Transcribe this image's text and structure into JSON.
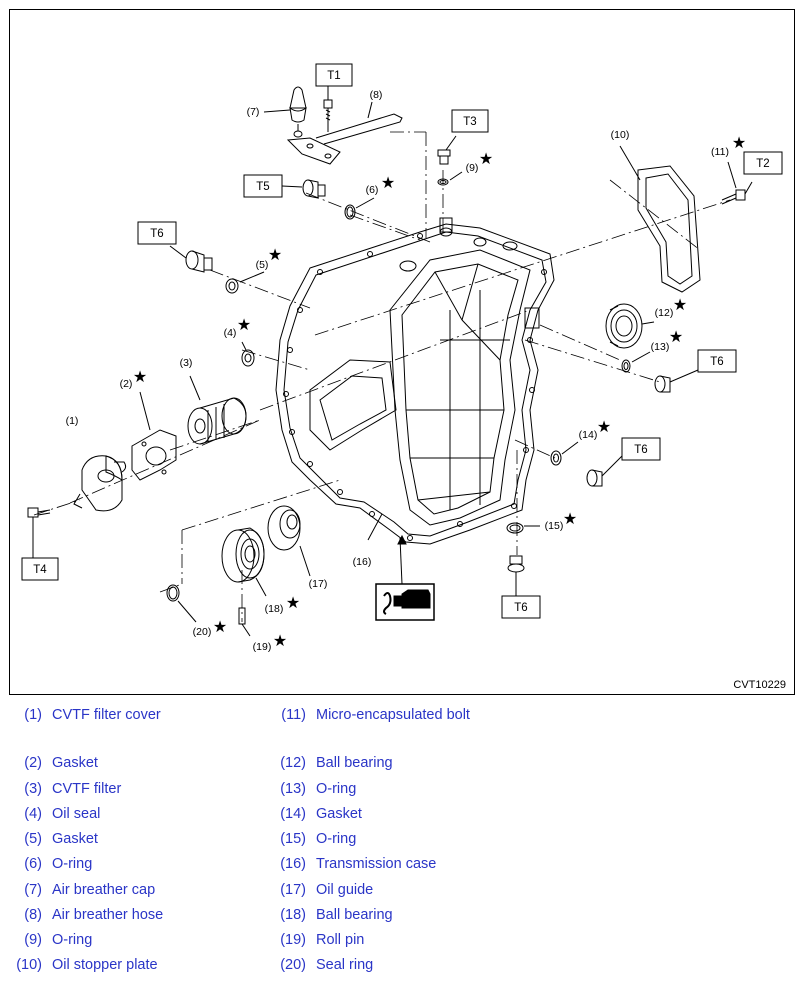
{
  "figure_code": "CVT10229",
  "torque_tags": {
    "t1": "T1",
    "t2": "T2",
    "t3": "T3",
    "t4": "T4",
    "t5": "T5",
    "t6a": "T6",
    "t6b": "T6",
    "t6c": "T6",
    "t6d": "T6"
  },
  "callouts": {
    "c1": "(1)",
    "c2": "(2)",
    "c3": "(3)",
    "c4": "(4)",
    "c5": "(5)",
    "c6": "(6)",
    "c7": "(7)",
    "c8": "(8)",
    "c9": "(9)",
    "c10": "(10)",
    "c11": "(11)",
    "c12": "(12)",
    "c13": "(13)",
    "c14": "(14)",
    "c15": "(15)",
    "c16": "(16)",
    "c17": "(17)",
    "c18": "(18)",
    "c19": "(19)",
    "c20": "(20)"
  },
  "star": "★",
  "legend": [
    {
      "num": "(1)",
      "name": "CVTF filter cover"
    },
    {
      "num": "(2)",
      "name": "Gasket"
    },
    {
      "num": "(3)",
      "name": "CVTF filter"
    },
    {
      "num": "(4)",
      "name": "Oil seal"
    },
    {
      "num": "(5)",
      "name": "Gasket"
    },
    {
      "num": "(6)",
      "name": "O-ring"
    },
    {
      "num": "(7)",
      "name": "Air breather cap"
    },
    {
      "num": "(8)",
      "name": "Air breather hose"
    },
    {
      "num": "(9)",
      "name": "O-ring"
    },
    {
      "num": "(10)",
      "name": "Oil stopper plate"
    },
    {
      "num": "(11)",
      "name": "Micro-encapsulated bolt"
    },
    {
      "num": "(12)",
      "name": "Ball bearing"
    },
    {
      "num": "(13)",
      "name": "O-ring"
    },
    {
      "num": "(14)",
      "name": "Gasket"
    },
    {
      "num": "(15)",
      "name": "O-ring"
    },
    {
      "num": "(16)",
      "name": "Transmission case"
    },
    {
      "num": "(17)",
      "name": "Oil guide"
    },
    {
      "num": "(18)",
      "name": "Ball bearing"
    },
    {
      "num": "(19)",
      "name": "Roll pin"
    },
    {
      "num": "(20)",
      "name": "Seal ring"
    }
  ]
}
